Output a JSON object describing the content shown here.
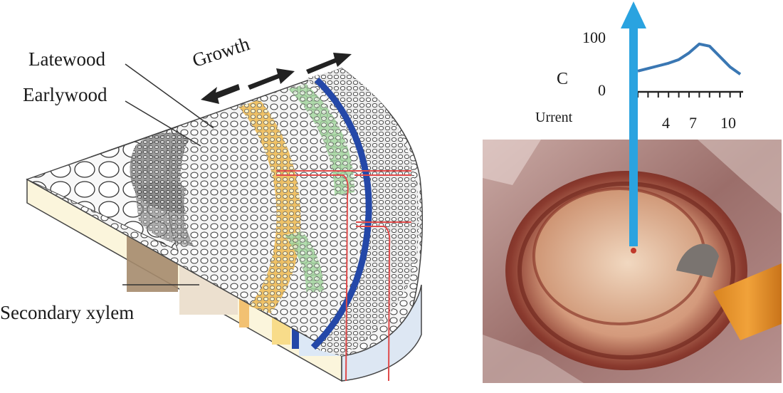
{
  "labels": {
    "latewood": "Latewood",
    "earlywood": "Earlywood",
    "growth": "Growth",
    "secondary_xylem": "Secondary xylem"
  },
  "colors": {
    "arrow_blue": "#2aa3e0",
    "line_blue": "#3a77b3",
    "phloem_blue": "#2448a8",
    "ring_orange": "#f0b860",
    "cell_green": "#a8d8a0",
    "vessel_red": "#e04a4a"
  },
  "chart_data": {
    "type": "line",
    "title": "",
    "xlabel": "Urrent",
    "ylabel": "C",
    "x_ticks": [
      "4",
      "7",
      "10"
    ],
    "y_ticks": [
      "100",
      "0"
    ],
    "ylim": [
      0,
      100
    ],
    "xlim": [
      1,
      11
    ],
    "grid": false,
    "series": [
      {
        "x": [
          1,
          2,
          3,
          4,
          5,
          6,
          7,
          8,
          9,
          10,
          11
        ],
        "y": [
          40,
          45,
          50,
          55,
          62,
          75,
          92,
          88,
          68,
          48,
          34
        ]
      }
    ]
  }
}
